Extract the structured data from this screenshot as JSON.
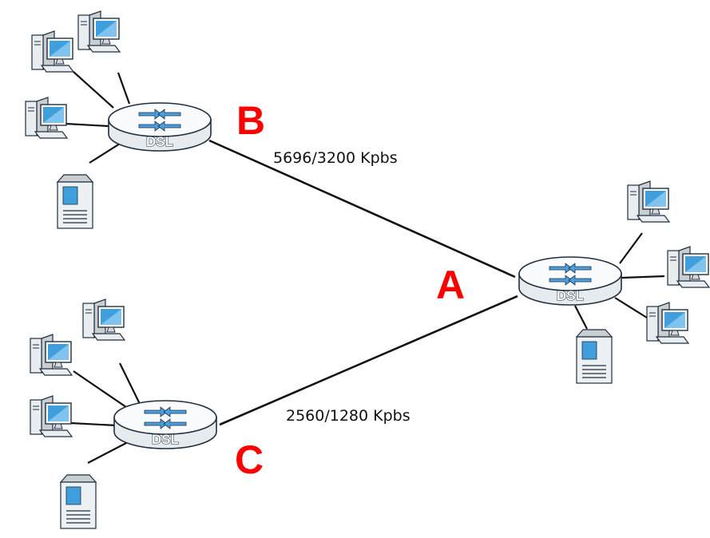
{
  "colors": {
    "label_red": "#ff0000",
    "line": "#111111",
    "device_blue": "#3f9fdc",
    "device_body": "#f4f6f8",
    "device_outline": "#1f2f3f"
  },
  "routers": {
    "A": {
      "label": "A",
      "device_text": "DSL"
    },
    "B": {
      "label": "B",
      "device_text": "DSL"
    },
    "C": {
      "label": "C",
      "device_text": "DSL"
    }
  },
  "links": {
    "b_to_a": {
      "speed_label": "5696/3200 Kpbs"
    },
    "c_to_a": {
      "speed_label": "2560/1280 Kpbs"
    }
  },
  "icons": {
    "router": "dsl-router-icon",
    "computer": "desktop-computer-icon",
    "server": "server-tower-icon"
  }
}
